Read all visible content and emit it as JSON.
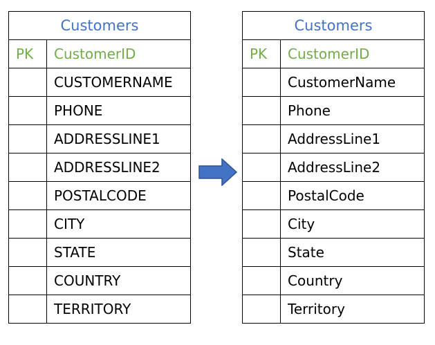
{
  "colors": {
    "title": "#4472C4",
    "primary_key": "#70AD47",
    "arrow_fill": "#4472C4",
    "arrow_stroke": "#2F528F"
  },
  "left_table": {
    "title": "Customers",
    "pk_label": "PK",
    "pk_field": "CustomerID",
    "fields": [
      "CUSTOMERNAME",
      "PHONE",
      "ADDRESSLINE1",
      "ADDRESSLINE2",
      "POSTALCODE",
      "CITY",
      "STATE",
      "COUNTRY",
      "TERRITORY"
    ]
  },
  "right_table": {
    "title": "Customers",
    "pk_label": "PK",
    "pk_field": "CustomerID",
    "fields": [
      "CustomerName",
      "Phone",
      "AddressLine1",
      "AddressLine2",
      "PostalCode",
      "City",
      "State",
      "Country",
      "Territory"
    ]
  },
  "arrow": {
    "icon": "right-arrow-icon"
  }
}
